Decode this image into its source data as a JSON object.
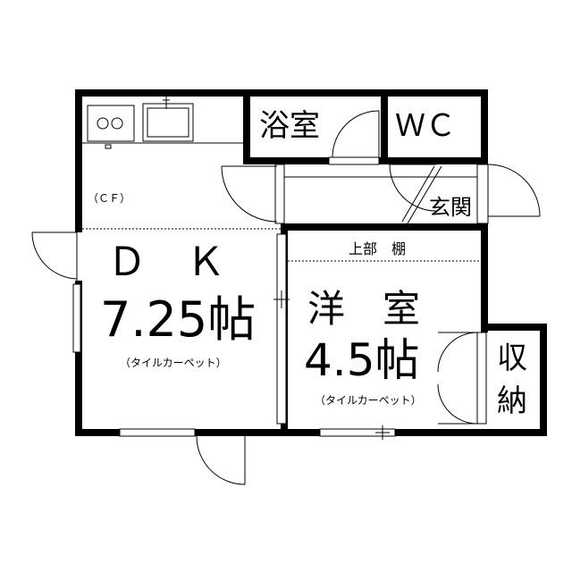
{
  "rooms": {
    "bath": "浴室",
    "wc": "ＷＣ",
    "entrance": "玄関",
    "storage_1": "収",
    "storage_2": "納",
    "dk_name": "Ｄ　Ｋ",
    "dk_size": "7.25帖",
    "dk_floor": "（タイルカーペット）",
    "western_name": "洋　室",
    "western_size": "4.5帖",
    "western_floor": "（タイルカーペット）",
    "upper_shelf": "上部　棚",
    "cf": "（ＣＦ）"
  }
}
